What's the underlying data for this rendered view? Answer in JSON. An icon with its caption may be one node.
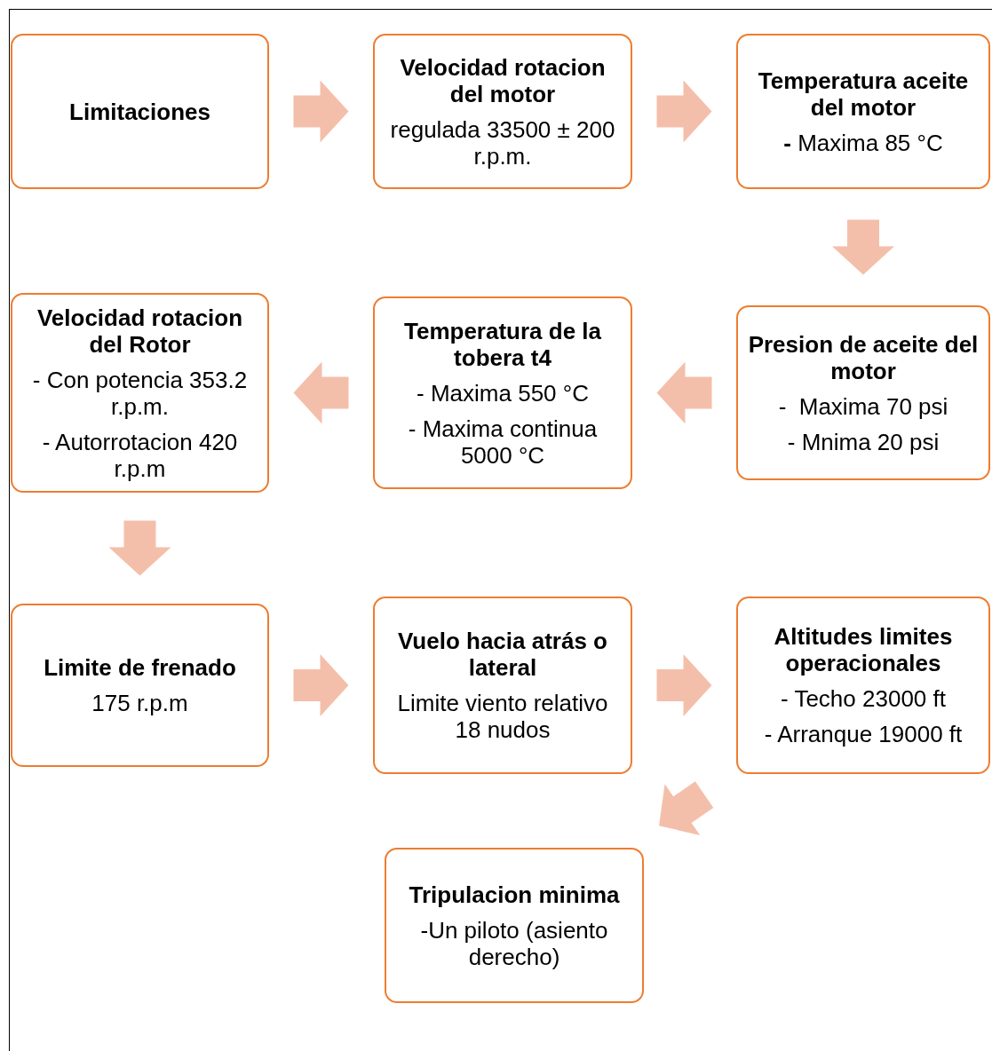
{
  "diagram": {
    "nodes": [
      {
        "text": [
          "Limitaciones"
        ]
      },
      {
        "text": [
          "Velocidad rotacion del motor",
          "regulada 33500 ± 200 r.p.m."
        ]
      },
      {
        "text": [
          "Temperatura aceite del motor",
          "**-** Maxima 85 °C"
        ]
      },
      {
        "text": [
          "Presion de aceite del motor",
          "-  Maxima 70 psi",
          "- Mnima 20 psi"
        ]
      },
      {
        "text": [
          "Temperatura de la tobera t4",
          "- Maxima 550 °C",
          "- Maxima continua 5000 °C"
        ]
      },
      {
        "text": [
          "Velocidad rotacion del Rotor",
          "- Con potencia 353.2 r.p.m.",
          "- Autorrotacion 420 r.p.m"
        ]
      },
      {
        "text": [
          "Limite de frenado",
          "175 r.p.m"
        ]
      },
      {
        "text": [
          "Vuelo hacia atrás o lateral",
          "Limite viento relativo 18 nudos"
        ]
      },
      {
        "text": [
          "Altitudes limites operacionales",
          "- Techo 23000 ft",
          "- Arranque 19000 ft"
        ]
      },
      {
        "text": [
          "Tripulacion minima",
          "-Un piloto (asiento derecho)"
        ]
      }
    ],
    "edges": [
      {
        "from": 0,
        "to": 1,
        "arrow": "to"
      },
      {
        "from": 1,
        "to": 2,
        "arrow": "to"
      },
      {
        "from": 2,
        "to": 3,
        "arrow": "to"
      },
      {
        "from": 3,
        "to": 4,
        "arrow": "to"
      },
      {
        "from": 4,
        "to": 5,
        "arrow": "to"
      },
      {
        "from": 5,
        "to": 6,
        "arrow": "to"
      },
      {
        "from": 6,
        "to": 7,
        "arrow": "to"
      },
      {
        "from": 7,
        "to": 8,
        "arrow": "to"
      },
      {
        "from": 8,
        "to": 9,
        "arrow": "to"
      }
    ]
  }
}
